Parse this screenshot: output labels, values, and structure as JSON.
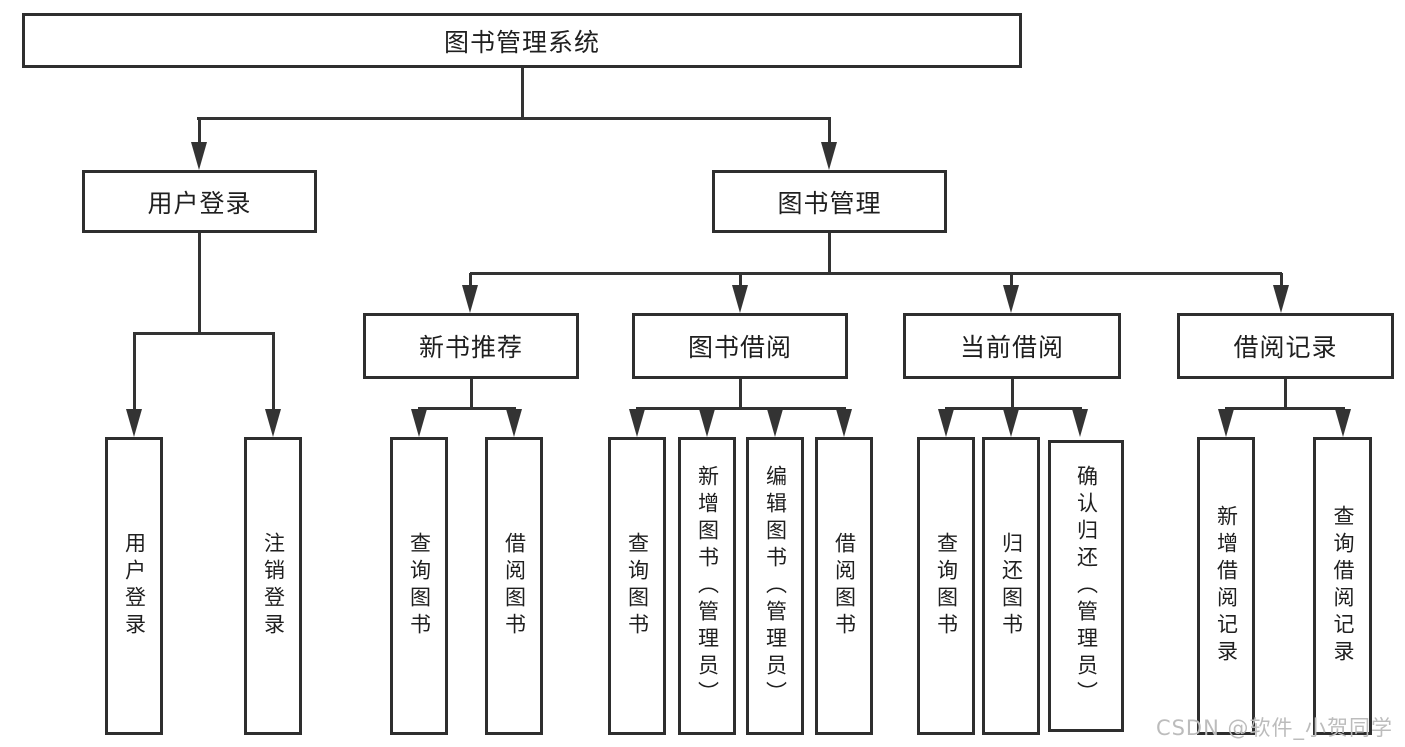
{
  "diagram": {
    "title": "图书管理系统",
    "root": {
      "label": "图书管理系统"
    },
    "level2": [
      {
        "label": "用户登录"
      },
      {
        "label": "图书管理"
      }
    ],
    "level3": [
      {
        "label": "新书推荐"
      },
      {
        "label": "图书借阅"
      },
      {
        "label": "当前借阅"
      },
      {
        "label": "借阅记录"
      }
    ],
    "leaves": {
      "user": [
        "用户登录",
        "注销登录"
      ],
      "recommend": [
        "查询图书",
        "借阅图书"
      ],
      "borrow": [
        "查询图书",
        "新增图书（管理员）",
        "编辑图书（管理员）",
        "借阅图书"
      ],
      "current": [
        "查询图书",
        "归还图书",
        "确认归还（管理员）"
      ],
      "records": [
        "新增借阅记录",
        "查询借阅记录"
      ]
    }
  },
  "watermark": {
    "text": "CSDN @软件_小贺同学"
  },
  "colors": {
    "line": "#333333",
    "border": "#2e2e2e",
    "text": "#1f1f1f",
    "watermark": "#bcbcbc",
    "background": "#ffffff"
  }
}
